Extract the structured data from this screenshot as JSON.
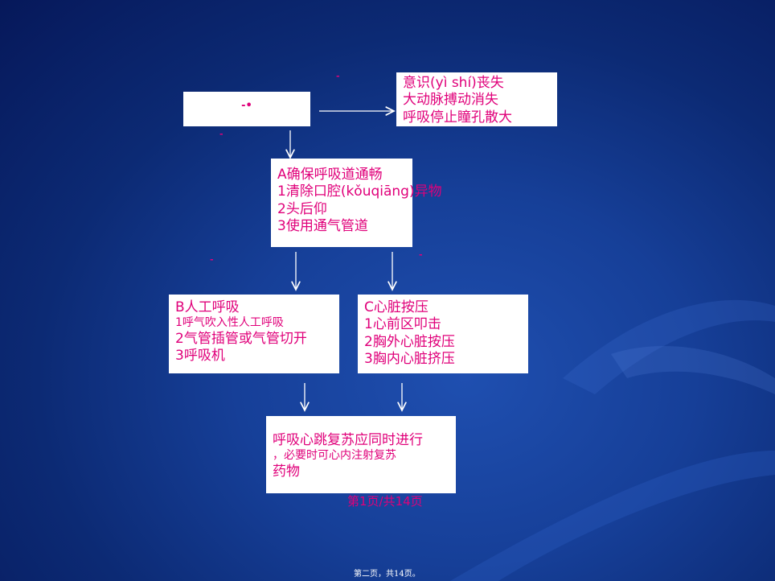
{
  "boxes": {
    "top_left": {
      "lines": [
        "-•"
      ]
    },
    "symptoms": {
      "lines": [
        "意识(yì shí)丧失",
        "大动脉搏动消失",
        "呼吸停止瞳孔散大"
      ]
    },
    "step_a": {
      "lines": [
        "A确保呼吸道通畅",
        "1清除口腔(kǒuqiāng)异物",
        "2头后仰",
        "3使用通气管道"
      ]
    },
    "step_b": {
      "lines": [
        "B人工呼吸",
        "1呼气吹入性人工呼吸",
        "2气管插管或气管切开",
        "3呼吸机"
      ]
    },
    "step_c": {
      "lines": [
        "C心脏按压",
        "1心前区叩击",
        "2胸外心脏按压",
        "3胸内心脏挤压"
      ]
    },
    "final": {
      "lines": [
        "呼吸心跳复苏应同时进行",
        "，必要时可心内注射复苏",
        "药物"
      ]
    }
  },
  "marks": [
    "-",
    "-",
    "-",
    "-"
  ],
  "page_number": "第1页/共14页",
  "footer": "第二页，共14页。"
}
